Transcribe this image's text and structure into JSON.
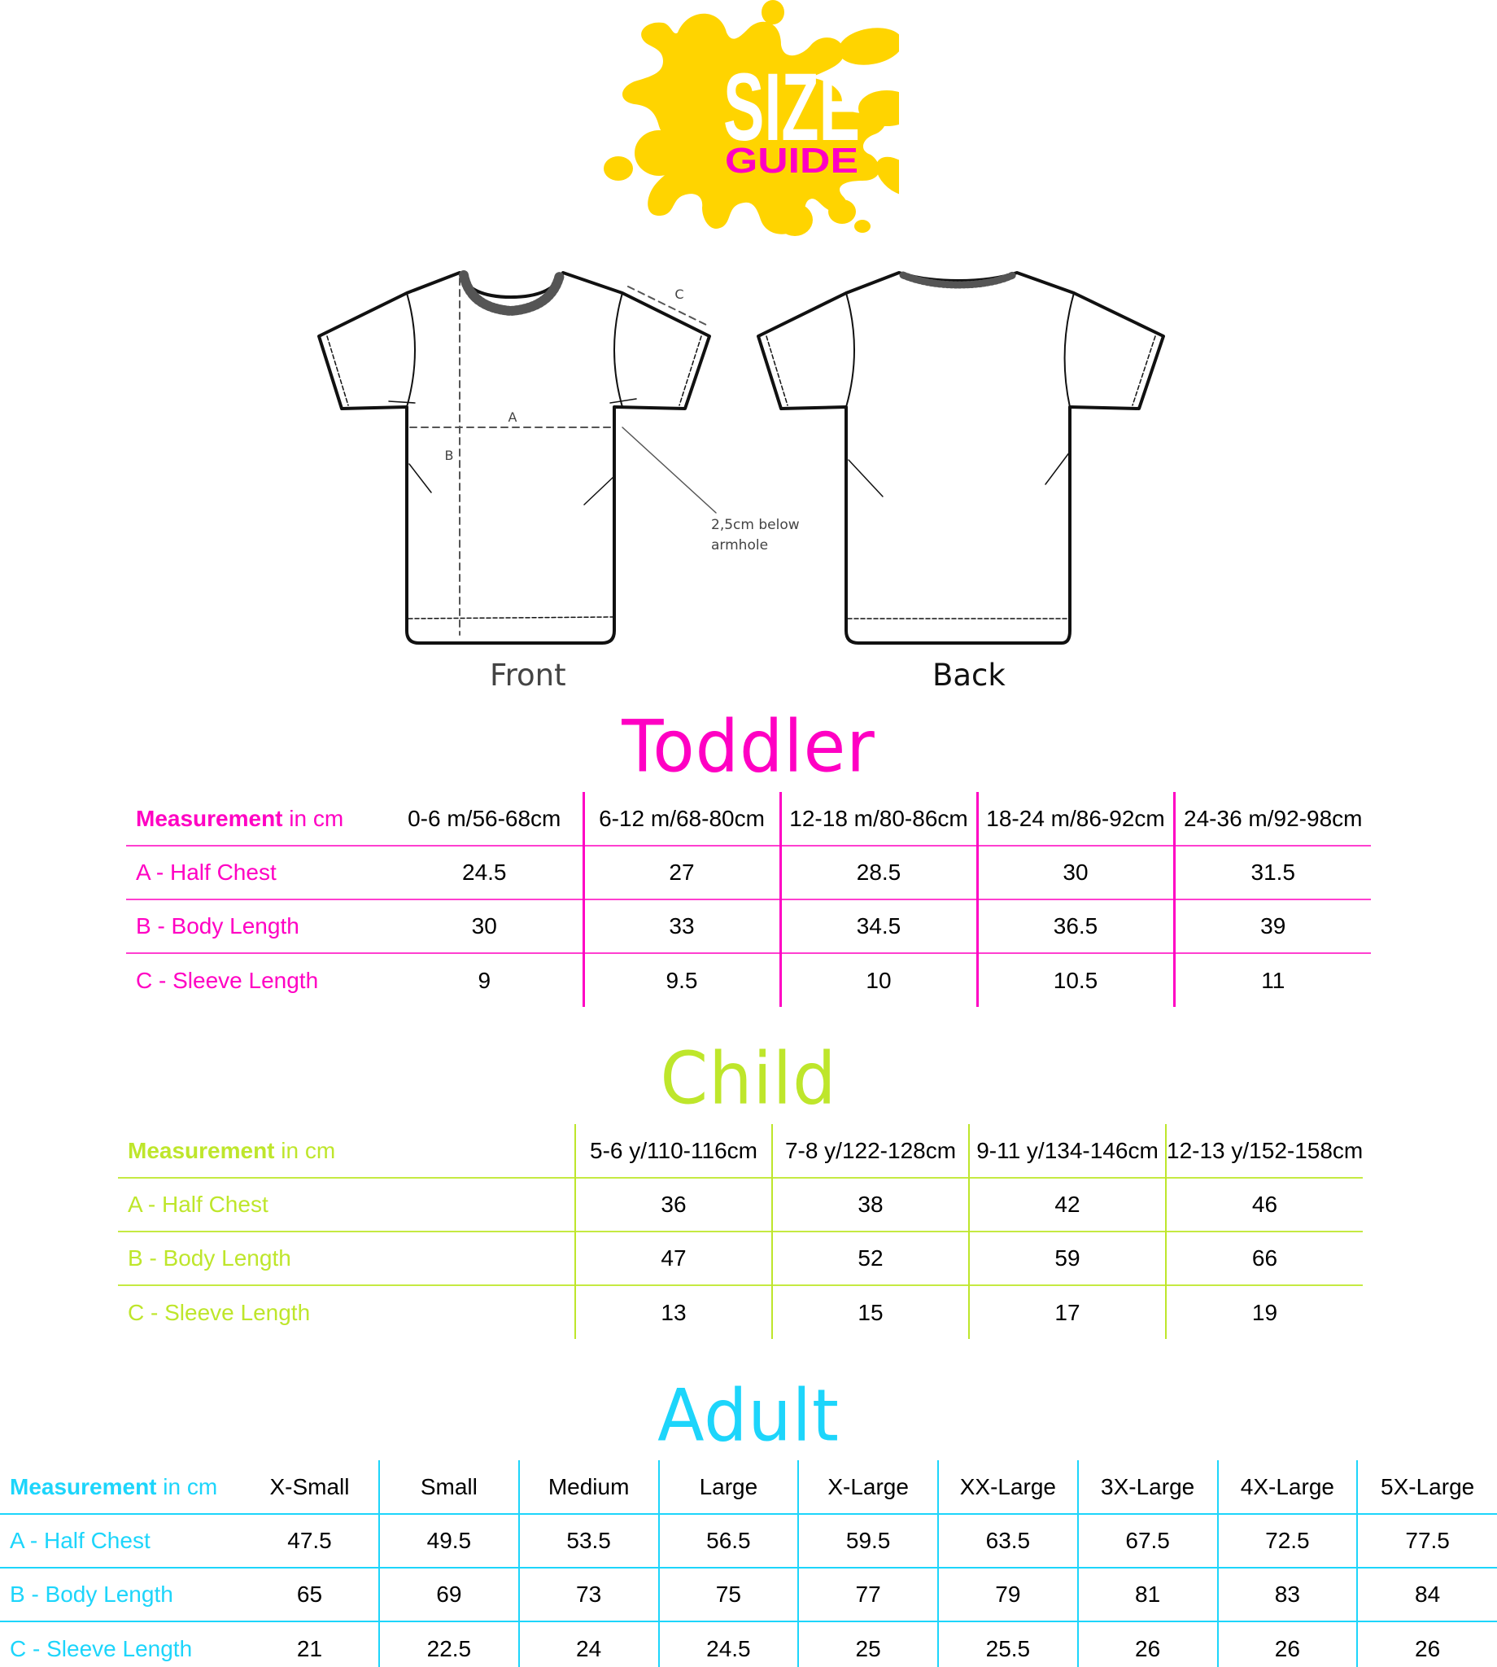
{
  "logo": {
    "line1": "SIZE",
    "line2": "GUIDE",
    "splash_color": "#ffd400",
    "line1_color": "#ffffff",
    "line2_color": "#ff00c3"
  },
  "diagram": {
    "front_label": "Front",
    "back_label": "Back",
    "marker_a": "A",
    "marker_b": "B",
    "marker_c": "C",
    "note_line1": "2,5cm below",
    "note_line2": "armhole"
  },
  "sections": {
    "toddler": {
      "title": "Toddler",
      "color": "#ff00c3",
      "header_bold": "Measurement",
      "header_rest": " in cm",
      "columns": [
        "0-6 m/56-68cm",
        "6-12 m/68-80cm",
        "12-18 m/80-86cm",
        "18-24 m/86-92cm",
        "24-36 m/92-98cm"
      ],
      "rows": [
        {
          "label": "A - Half Chest",
          "values": [
            "24.5",
            "27",
            "28.5",
            "30",
            "31.5"
          ]
        },
        {
          "label": "B - Body Length",
          "values": [
            "30",
            "33",
            "34.5",
            "36.5",
            "39"
          ]
        },
        {
          "label": "C - Sleeve Length",
          "values": [
            "9",
            "9.5",
            "10",
            "10.5",
            "11"
          ]
        }
      ]
    },
    "child": {
      "title": "Child",
      "color": "#bee62b",
      "header_bold": "Measurement",
      "header_rest": " in cm",
      "columns": [
        "5-6 y/110-116cm",
        "7-8 y/122-128cm",
        "9-11 y/134-146cm",
        "12-13 y/152-158cm"
      ],
      "rows": [
        {
          "label": "A - Half Chest",
          "values": [
            "36",
            "38",
            "42",
            "46"
          ]
        },
        {
          "label": "B - Body Length",
          "values": [
            "47",
            "52",
            "59",
            "66"
          ]
        },
        {
          "label": "C - Sleeve Length",
          "values": [
            "13",
            "15",
            "17",
            "19"
          ]
        }
      ]
    },
    "adult": {
      "title": "Adult",
      "color": "#1dd5fb",
      "header_bold": "Measurement",
      "header_rest": " in cm",
      "columns": [
        "X-Small",
        "Small",
        "Medium",
        "Large",
        "X-Large",
        "XX-Large",
        "3X-Large",
        "4X-Large",
        "5X-Large"
      ],
      "rows": [
        {
          "label": "A - Half Chest",
          "values": [
            "47.5",
            "49.5",
            "53.5",
            "56.5",
            "59.5",
            "63.5",
            "67.5",
            "72.5",
            "77.5"
          ]
        },
        {
          "label": "B - Body Length",
          "values": [
            "65",
            "69",
            "73",
            "75",
            "77",
            "79",
            "81",
            "83",
            "84"
          ]
        },
        {
          "label": "C - Sleeve Length",
          "values": [
            "21",
            "22.5",
            "24",
            "24.5",
            "25",
            "25.5",
            "26",
            "26",
            "26"
          ]
        }
      ]
    }
  }
}
